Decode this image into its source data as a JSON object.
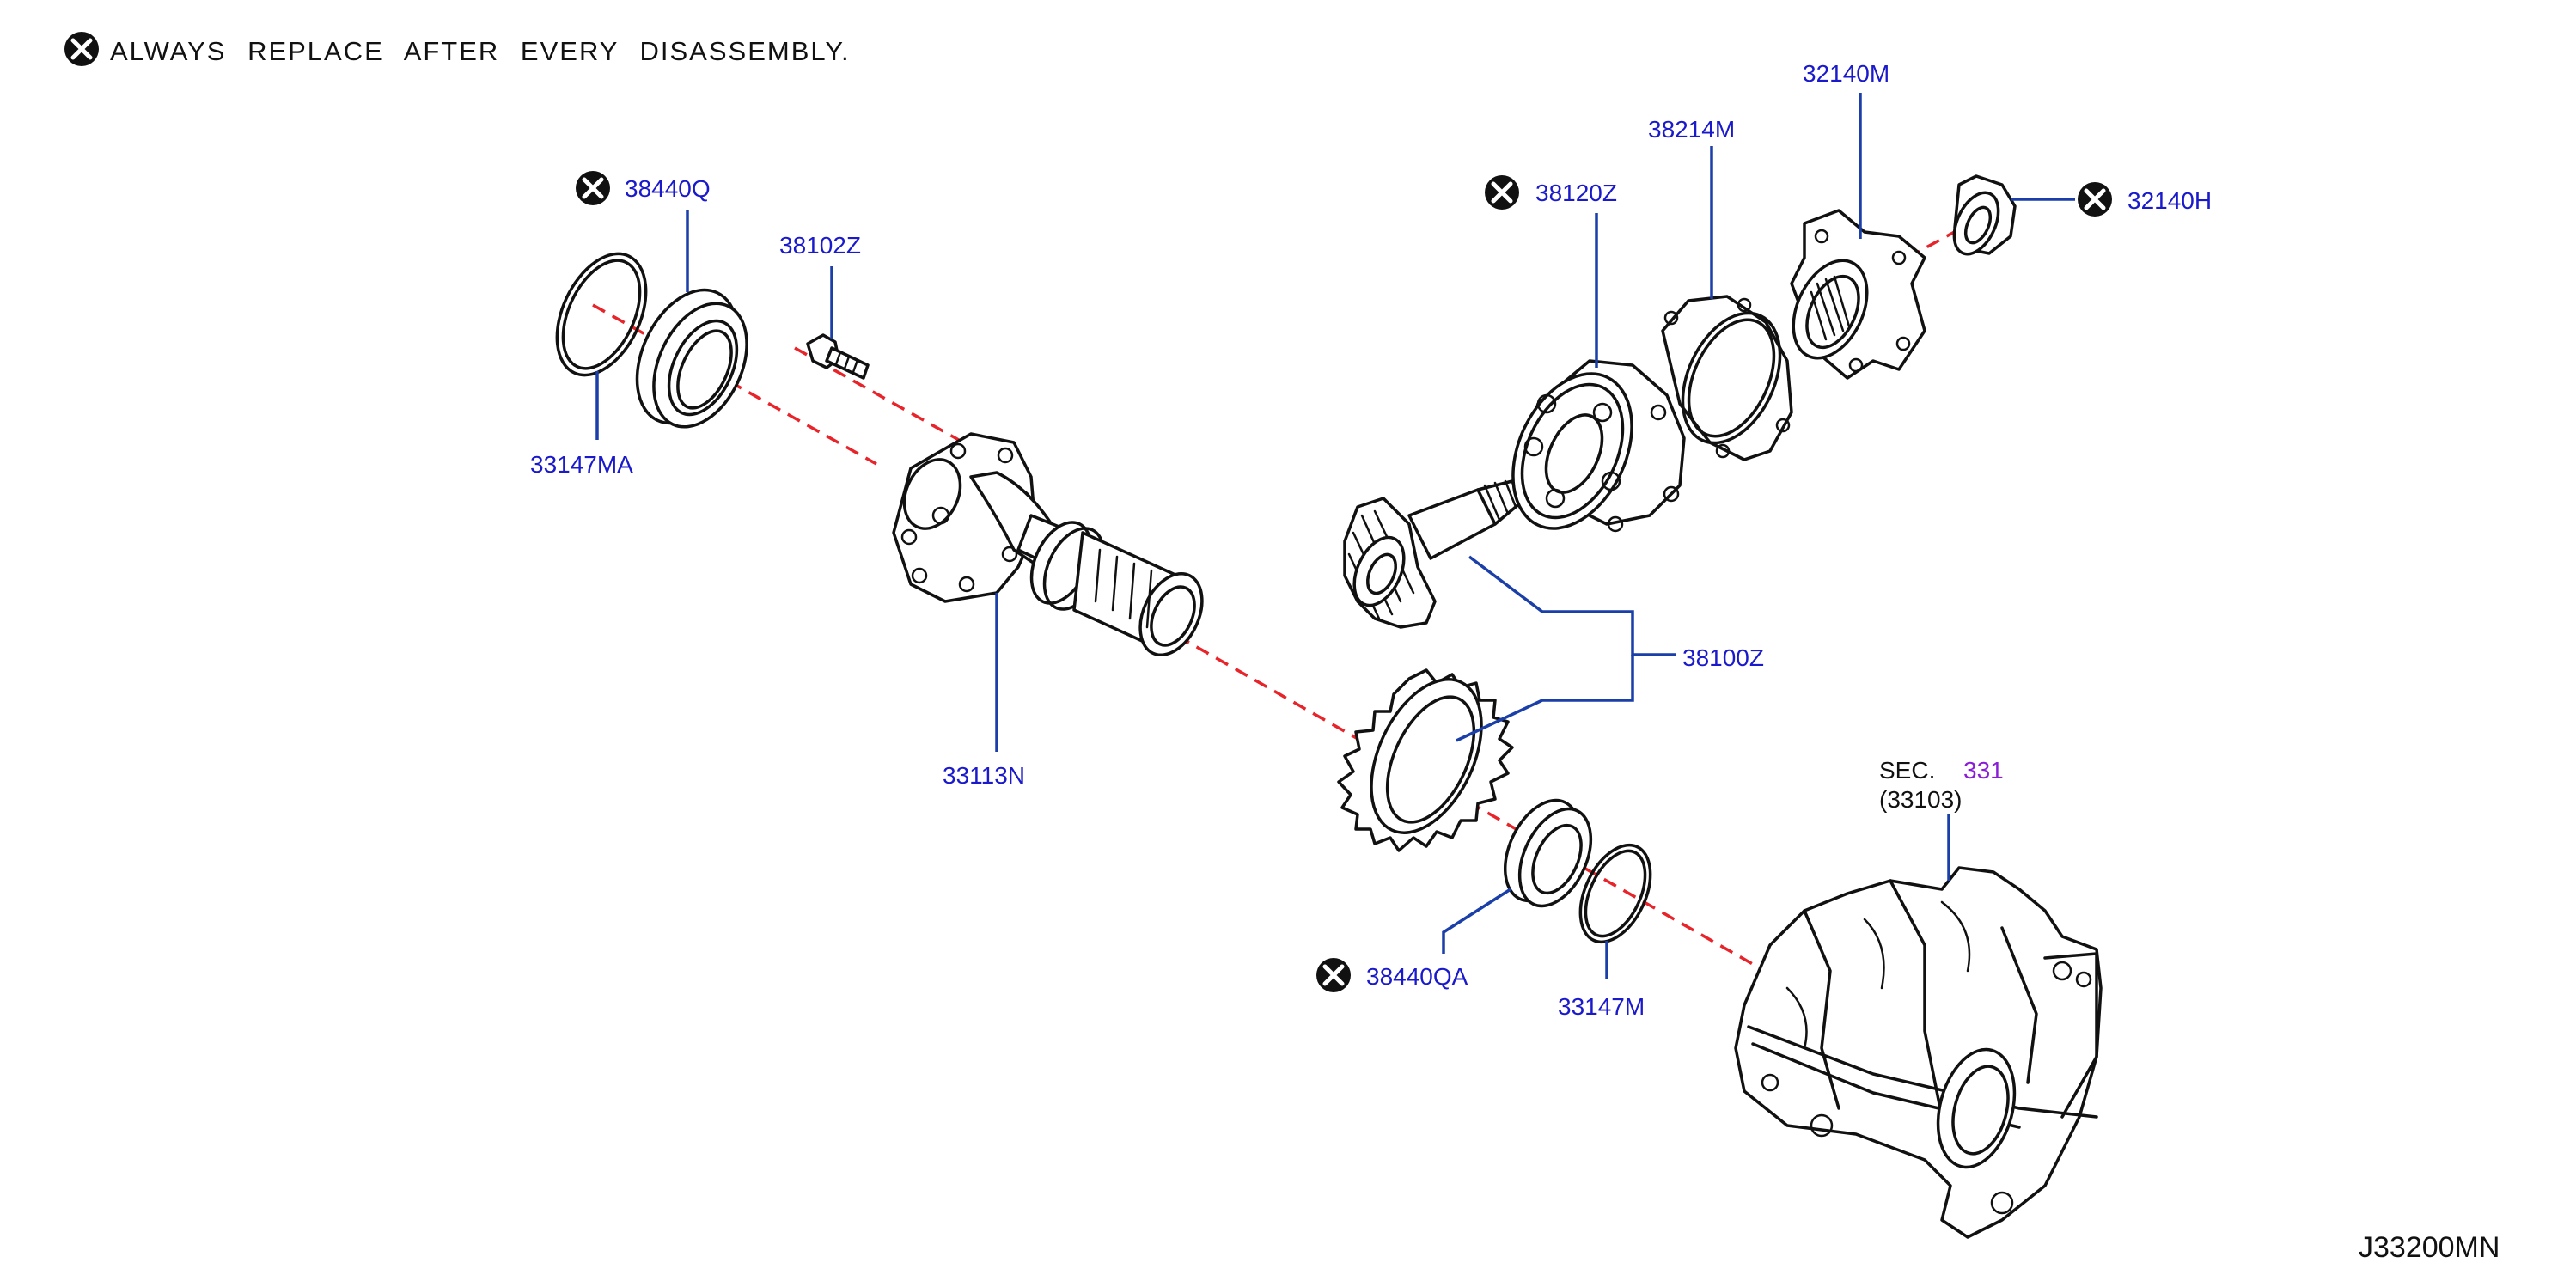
{
  "note": {
    "text": "ALWAYS REPLACE AFTER EVERY DISASSEMBLY.",
    "icon": "replace-x-icon"
  },
  "drawing_code": "J33200MN",
  "sec_ref": {
    "prefix": "SEC.",
    "number": "331",
    "sub": "(33103)"
  },
  "parts": {
    "p38440Q": "38440Q",
    "p38102Z": "38102Z",
    "p33147MA": "33147MA",
    "p33113N": "33113N",
    "p38120Z": "38120Z",
    "p38214M": "38214M",
    "p32140M": "32140M",
    "p32140H": "32140H",
    "p38100Z": "38100Z",
    "p38440QA": "38440QA",
    "p33147M": "33147M"
  },
  "colors": {
    "label": "#1a1acc",
    "leader": "#1a3fa8",
    "axis": "#e8242a",
    "sec_number": "#8a1ed6"
  }
}
